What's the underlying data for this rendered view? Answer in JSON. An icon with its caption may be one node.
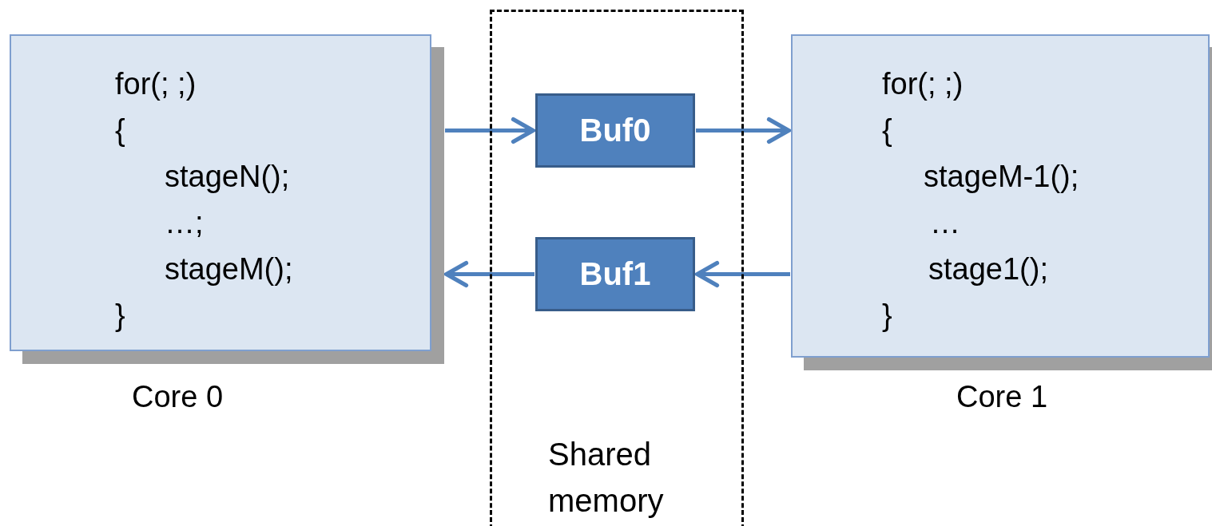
{
  "diagram": {
    "nodes": [
      {
        "text": [
          "for(; ;)",
          "{",
          "stageN();",
          "…;",
          "stageM();",
          "}"
        ],
        "beside": [
          "Core 0"
        ]
      },
      {
        "text": [
          "Shared memory"
        ]
      },
      {
        "text": [
          "Buf0"
        ],
        "in": 1
      },
      {
        "text": [
          "Buf1"
        ],
        "in": 1
      },
      {
        "text": [
          "for(; ;)",
          "{",
          "stageM-1();",
          "…",
          "stage1();",
          "}"
        ],
        "beside": [
          "Core 1"
        ]
      }
    ],
    "edges": [
      {
        "from": 0,
        "to": 2,
        "arrow": "to"
      },
      {
        "from": 2,
        "to": 4,
        "arrow": "to"
      },
      {
        "from": 4,
        "to": 3,
        "arrow": "to"
      },
      {
        "from": 3,
        "to": 0,
        "arrow": "to"
      }
    ]
  }
}
